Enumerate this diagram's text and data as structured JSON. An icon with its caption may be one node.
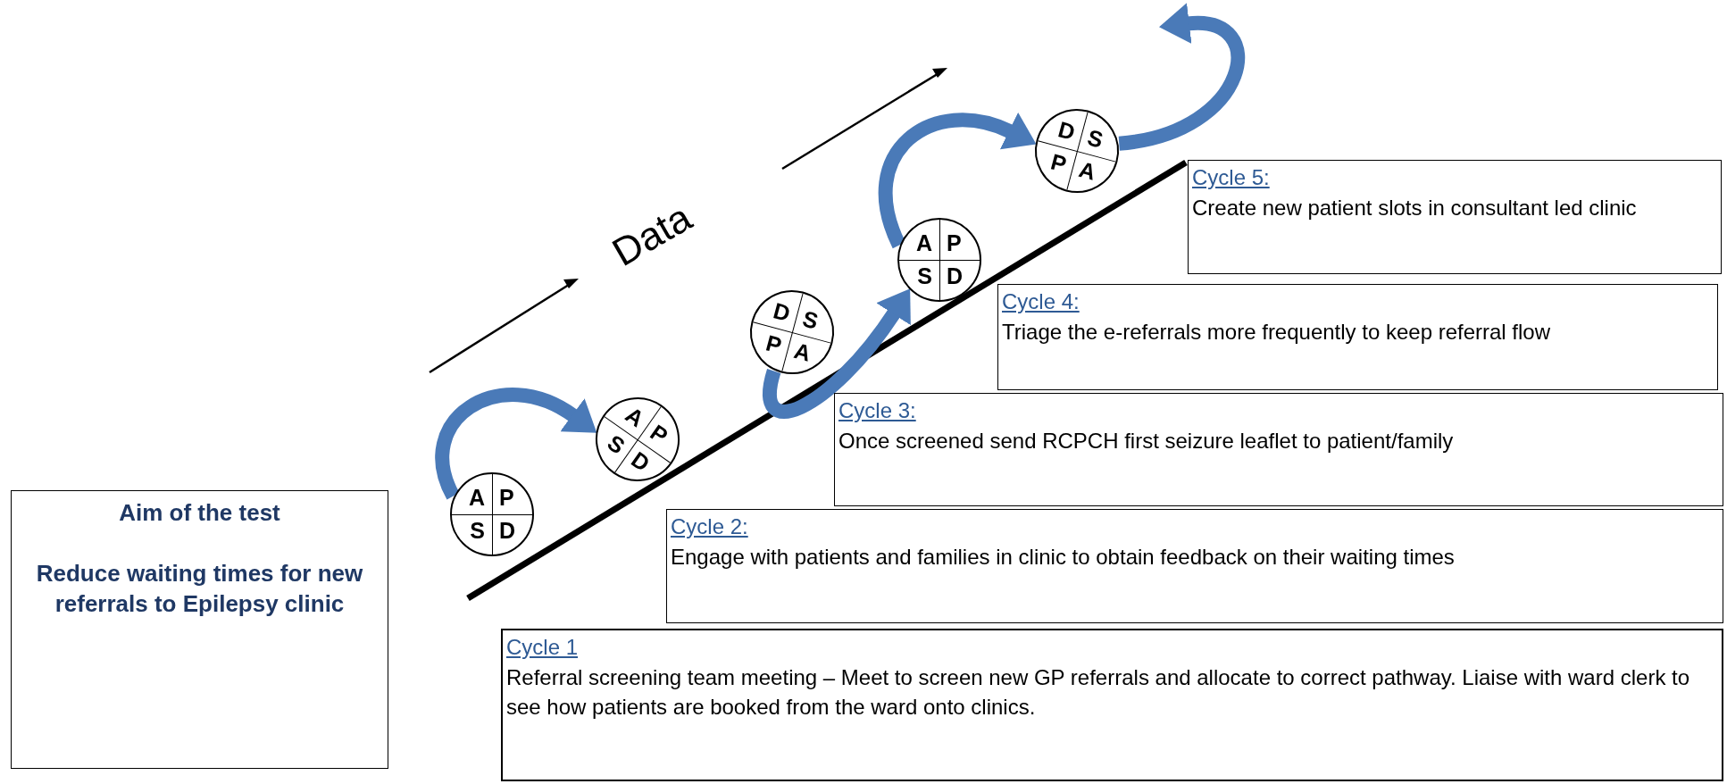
{
  "diagram": {
    "nodes": [
      {
        "text": [
          "Aim of the test",
          "Reduce waiting times for new referrals to Epilepsy clinic"
        ]
      },
      {
        "text": [
          "A",
          "P",
          "S",
          "D"
        ]
      },
      {
        "text": [
          "A",
          "P",
          "S",
          "D"
        ]
      },
      {
        "text": [
          "D",
          "S",
          "P",
          "A"
        ]
      },
      {
        "text": [
          "A",
          "P",
          "S",
          "D"
        ]
      },
      {
        "text": [
          "D",
          "S",
          "P",
          "A"
        ]
      },
      {
        "text": [
          "Cycle 5:",
          "Create new patient slots in consultant led clinic"
        ]
      },
      {
        "text": [
          "Cycle 4:",
          "Triage the e-referrals more frequently to keep referral flow"
        ]
      },
      {
        "text": [
          "Cycle 3:",
          "Once screened send RCPCH first seizure leaflet to patient/family"
        ]
      },
      {
        "text": [
          "Cycle 2:",
          "Engage with patients and families in clinic to obtain feedback on their waiting times"
        ]
      },
      {
        "text": [
          "Cycle 1",
          "Referral screening team meeting – Meet to screen new GP referrals and allocate to correct pathway. Liaise with ward clerk to see how patients are booked from the ward onto clinics."
        ]
      }
    ],
    "edges": [
      {
        "from": 1,
        "to": 2,
        "arrow": "to"
      },
      {
        "from": 3,
        "to": 4,
        "arrow": "to"
      },
      {
        "from": 4,
        "to": 5,
        "arrow": "to"
      },
      {
        "from": 5,
        "to": null,
        "arrow": "to"
      }
    ],
    "labels": [
      "Data"
    ]
  }
}
